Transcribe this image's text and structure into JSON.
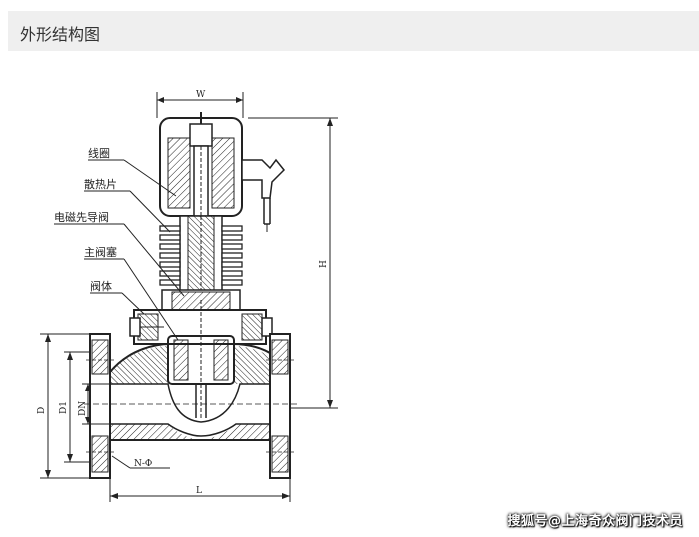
{
  "header": {
    "title": "外形结构图"
  },
  "labels": {
    "coil": "线圈",
    "heatsink": "散热片",
    "pilot_valve": "电磁先导阀",
    "main_plug": "主阀塞",
    "body": "阀体"
  },
  "dimensions": {
    "w": "W",
    "h": "H",
    "d": "D",
    "d1": "D1",
    "dn": "DN",
    "nphi": "N-Φ",
    "l": "L"
  },
  "watermark": "搜狐号@上海奇众阀门技术员"
}
